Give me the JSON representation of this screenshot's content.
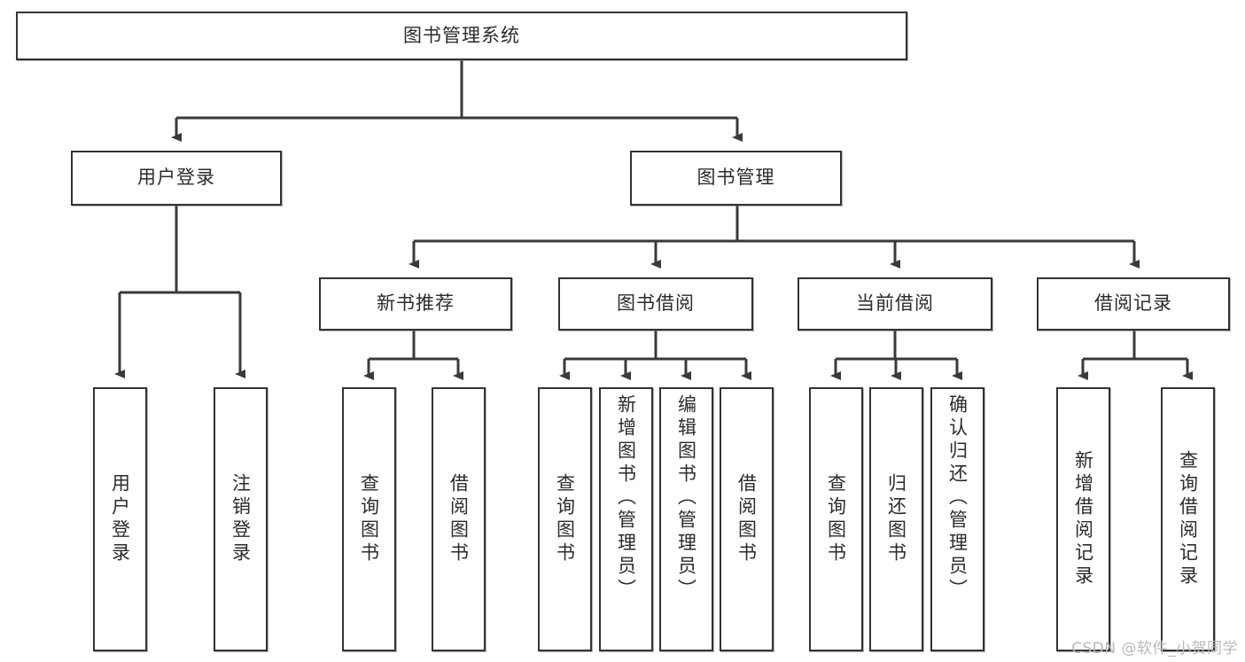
{
  "diagram": {
    "type": "tree-hierarchy",
    "title": "图书管理系统",
    "colors": {
      "box_border": "#333333",
      "box_fill": "#ffffff",
      "connector": "#3a3a3a",
      "text": "#2b2b2b",
      "watermark": "#b9b9b9"
    },
    "root": {
      "id": "root",
      "label": "图书管理系统",
      "orientation": "horizontal"
    },
    "level2": [
      {
        "id": "user-login",
        "label": "用户登录",
        "orientation": "horizontal"
      },
      {
        "id": "book-manage",
        "label": "图书管理",
        "orientation": "horizontal"
      }
    ],
    "level3": [
      {
        "id": "new-book-recommend",
        "label": "新书推荐",
        "orientation": "horizontal"
      },
      {
        "id": "book-borrow",
        "label": "图书借阅",
        "orientation": "horizontal"
      },
      {
        "id": "current-borrow",
        "label": "当前借阅",
        "orientation": "horizontal"
      },
      {
        "id": "borrow-record",
        "label": "借阅记录",
        "orientation": "horizontal"
      }
    ],
    "leaves": {
      "user_login": [
        {
          "id": "leaf-user-login",
          "label": "用户登录",
          "orientation": "vertical"
        },
        {
          "id": "leaf-logout-login",
          "label": "注销登录",
          "orientation": "vertical"
        }
      ],
      "new_book_recommend": [
        {
          "id": "leaf-query-book-1",
          "label": "查询图书",
          "orientation": "vertical"
        },
        {
          "id": "leaf-borrow-book-1",
          "label": "借阅图书",
          "orientation": "vertical"
        }
      ],
      "book_borrow": [
        {
          "id": "leaf-query-book-2",
          "label": "查询图书",
          "orientation": "vertical"
        },
        {
          "id": "leaf-add-book",
          "label": "新增图书（管理员）",
          "orientation": "vertical"
        },
        {
          "id": "leaf-edit-book",
          "label": "编辑图书（管理员）",
          "orientation": "vertical"
        },
        {
          "id": "leaf-borrow-book-2",
          "label": "借阅图书",
          "orientation": "vertical"
        }
      ],
      "current_borrow": [
        {
          "id": "leaf-query-book-3",
          "label": "查询图书",
          "orientation": "vertical"
        },
        {
          "id": "leaf-return-book",
          "label": "归还图书",
          "orientation": "vertical"
        },
        {
          "id": "leaf-confirm-return",
          "label": "确认归还（管理员）",
          "orientation": "vertical"
        }
      ],
      "borrow_record": [
        {
          "id": "leaf-add-record",
          "label": "新增借阅记录",
          "orientation": "vertical"
        },
        {
          "id": "leaf-query-record",
          "label": "查询借阅记录",
          "orientation": "vertical"
        }
      ]
    },
    "watermark": "CSDN @软件_小贺同学"
  }
}
